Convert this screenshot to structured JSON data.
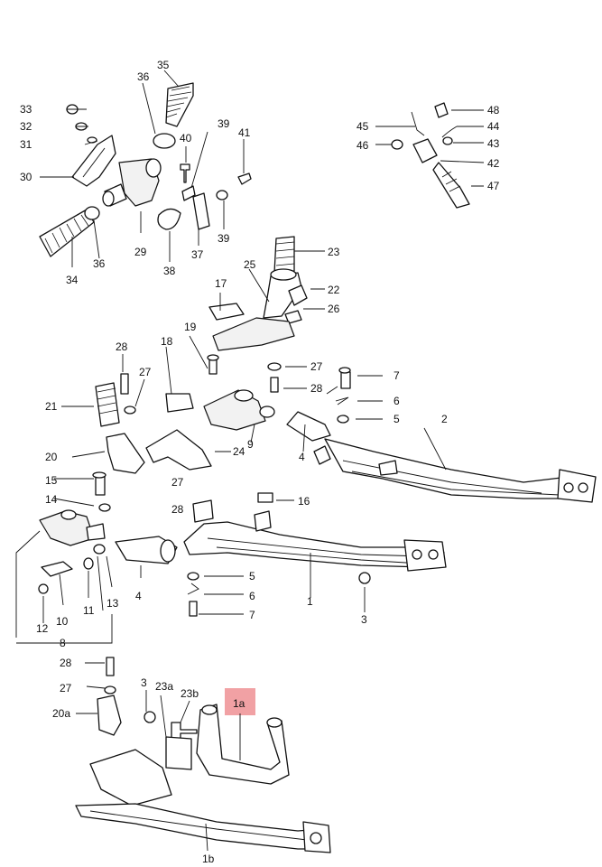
{
  "diagram": {
    "callouts": [
      "35",
      "36",
      "33",
      "32",
      "31",
      "30",
      "40",
      "41",
      "39",
      "29",
      "34",
      "36",
      "38",
      "37",
      "39",
      "45",
      "46",
      "48",
      "44",
      "43",
      "42",
      "47",
      "23",
      "22",
      "26",
      "25",
      "17",
      "19",
      "18",
      "28",
      "27",
      "27",
      "28",
      "7",
      "6",
      "5",
      "21",
      "9",
      "4",
      "2",
      "20",
      "24",
      "15",
      "27",
      "14",
      "28",
      "16",
      "13",
      "11",
      "10",
      "12",
      "8",
      "5",
      "6",
      "7",
      "1",
      "3",
      "4",
      "28",
      "27",
      "20a",
      "3",
      "23a",
      "23b",
      "1a",
      "1b"
    ],
    "highlight": {
      "label": "1a",
      "color": "#f1a1a4"
    }
  }
}
